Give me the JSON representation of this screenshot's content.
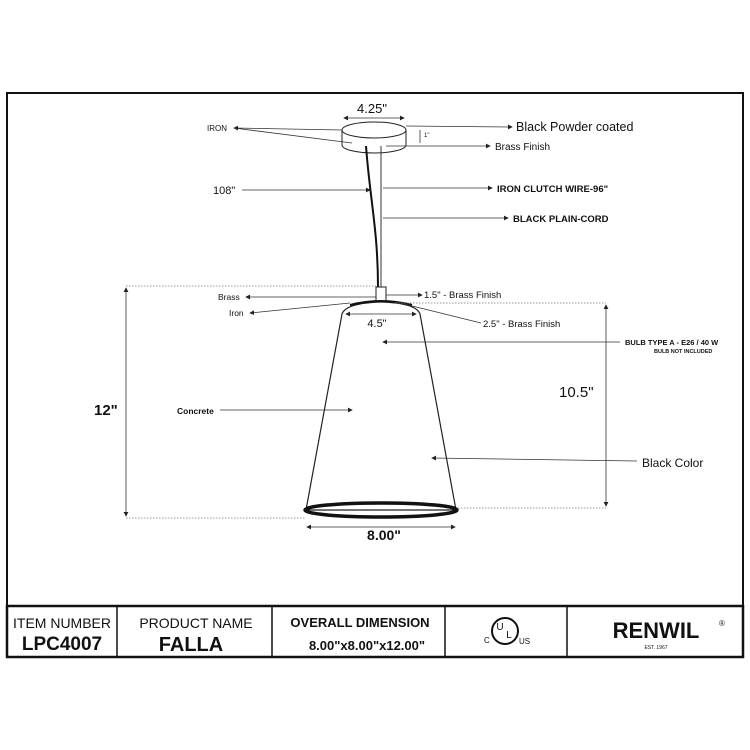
{
  "drawing": {
    "canopy_width": "4.25\"",
    "canopy_height": "1\"",
    "iron_label": "IRON",
    "black_powder": "Black Powder coated",
    "brass_finish": "Brass Finish",
    "length_108": "108\"",
    "clutch_wire": "IRON CLUTCH WIRE-96\"",
    "plain_cord": "BLACK PLAIN-CORD",
    "brass": "Brass",
    "socket_finish": "1.5\" - Brass Finish",
    "iron_small": "Iron",
    "top_width": "4.5\"",
    "cap_finish": "2.5\" - Brass Finish",
    "bulb_type": "BULB TYPE A - E26 / 40 W",
    "bulb_note": "BULB NOT INCLUDED",
    "overall_height": "12\"",
    "shade_height": "10.5\"",
    "concrete": "Concrete",
    "black_color": "Black Color",
    "bottom_width": "8.00\""
  },
  "table": {
    "item_number_label": "ITEM NUMBER",
    "item_number": "LPC4007",
    "product_name_label": "PRODUCT NAME",
    "product_name": "FALLA",
    "dimension_label": "OVERALL DIMENSION",
    "dimension": "8.00\"x8.00\"x12.00\"",
    "ul_c": "C",
    "ul_us": "US",
    "ul_mark": "UL",
    "brand": "RENWIL",
    "brand_est": "EST. 1967"
  }
}
